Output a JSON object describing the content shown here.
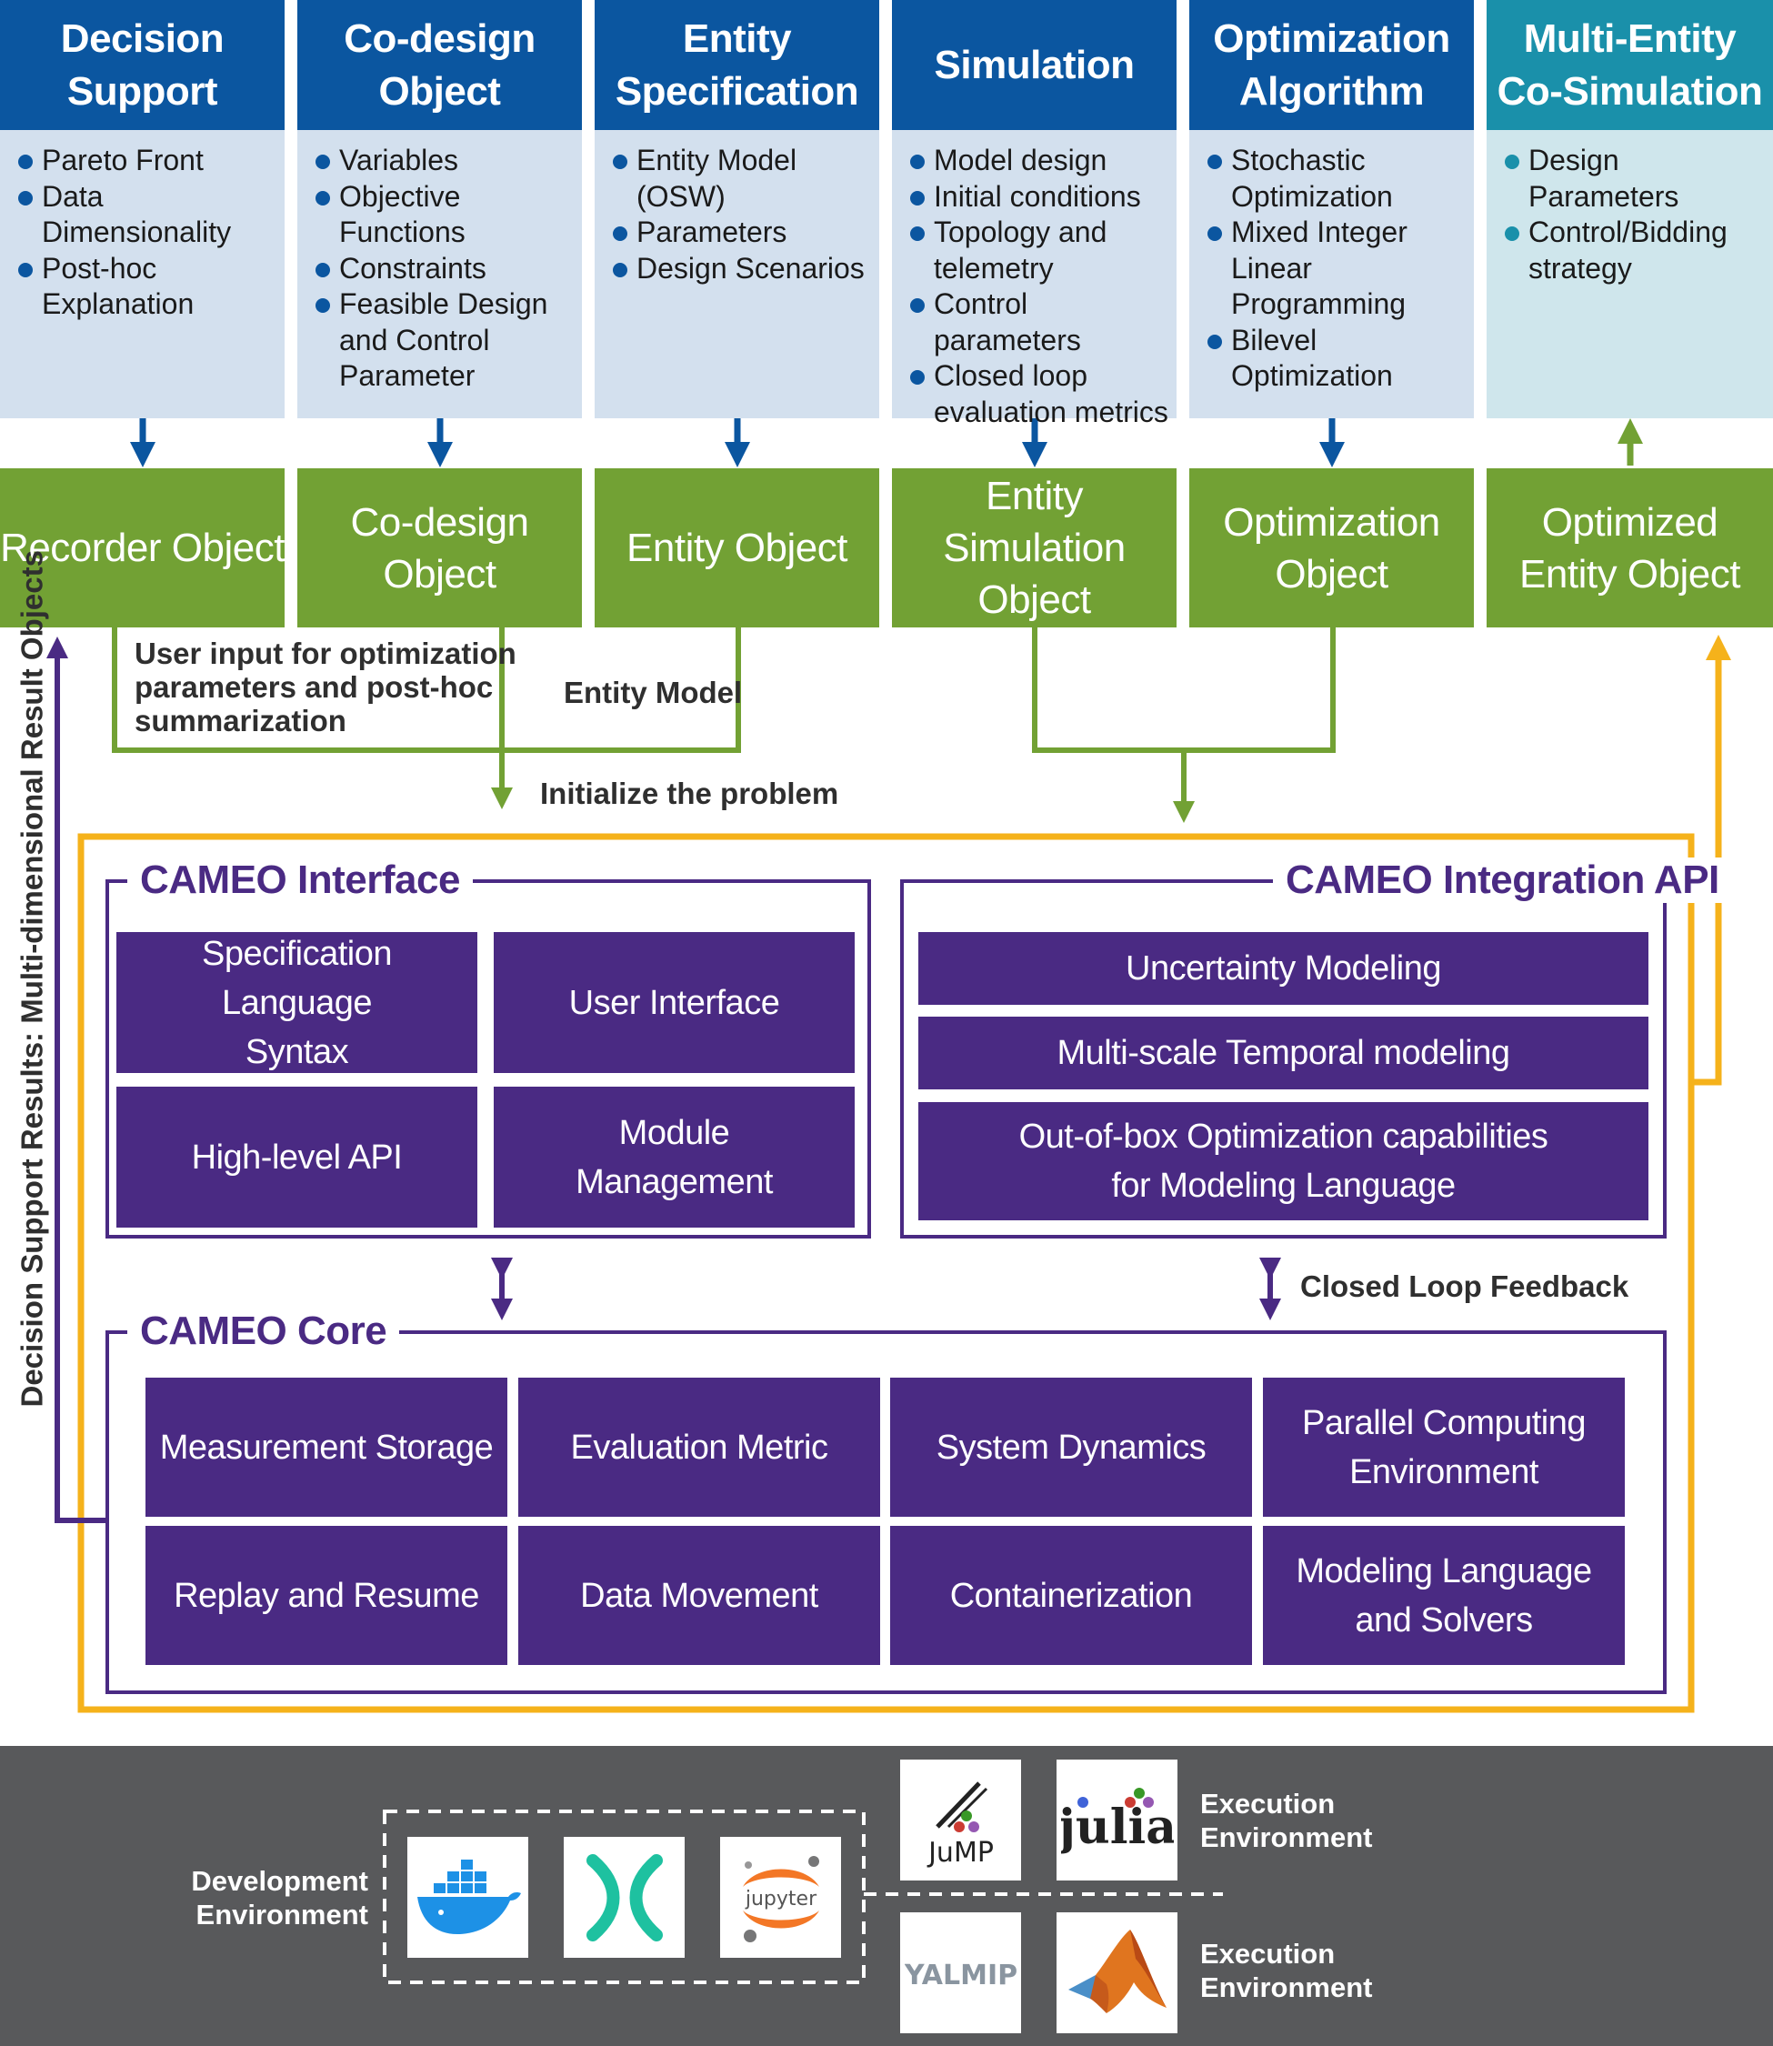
{
  "columns": [
    {
      "title": "Decision\nSupport",
      "items": [
        "Pareto Front",
        "Data Dimensionality",
        "Post-hoc Explanation"
      ]
    },
    {
      "title": "Co-design\nObject",
      "items": [
        "Variables",
        "Objective Functions",
        "Constraints",
        "Feasible Design and Control Parameter"
      ]
    },
    {
      "title": "Entity\nSpecification",
      "items": [
        "Entity Model (OSW)",
        "Parameters",
        "Design Scenarios"
      ]
    },
    {
      "title": "Simulation",
      "items": [
        "Model design",
        "Initial conditions",
        "Topology and telemetry",
        "Control parameters",
        "Closed loop evaluation metrics"
      ]
    },
    {
      "title": "Optimization\nAlgorithm",
      "items": [
        "Stochastic Optimization",
        "Mixed Integer Linear Programming",
        "Bilevel Optimization"
      ]
    },
    {
      "title": "Multi-Entity\nCo-Simulation",
      "items": [
        "Design Parameters",
        "Control/Bidding strategy"
      ]
    }
  ],
  "objects": [
    "Recorder Object",
    "Co-design Object",
    "Entity Object",
    "Entity\nSimulation Object",
    "Optimization\nObject",
    "Optimized\nEntity Object"
  ],
  "labels": {
    "user_input": "User input for optimization\nparameters and post-hoc\nsummarization",
    "entity_model": "Entity Model",
    "initialize": "Initialize the problem",
    "closed_loop": "Closed Loop Feedback",
    "decision_results": "Decision Support Results: Multi-dimensional Result Objects"
  },
  "interface": {
    "title": "CAMEO Interface",
    "boxes": [
      "Specification Language\nSyntax",
      "User Interface",
      "High-level API",
      "Module\nManagement"
    ]
  },
  "integration": {
    "title": "CAMEO Integration API",
    "boxes": [
      "Uncertainty Modeling",
      "Multi-scale Temporal modeling",
      "Out-of-box Optimization capabilities\nfor Modeling Language"
    ]
  },
  "core": {
    "title": "CAMEO Core",
    "boxes": [
      "Measurement Storage",
      "Evaluation Metric",
      "System Dynamics",
      "Parallel Computing\nEnvironment",
      "Replay and Resume",
      "Data Movement",
      "Containerization",
      "Modeling Language\nand Solvers"
    ]
  },
  "footer": {
    "dev_env": "Development\nEnvironment",
    "exec_env_1": "Execution\nEnvironment",
    "exec_env_2": "Execution\nEnvironment",
    "logos": {
      "jump": "JuMP",
      "julia": "julia",
      "jupyter": "jupyter",
      "yalmip": "YALMIP"
    },
    "icons": [
      "docker-icon",
      "x-editor-icon",
      "jupyter-icon",
      "jump-icon",
      "julia-icon",
      "yalmip-icon",
      "matlab-icon"
    ]
  },
  "colors": {
    "header_blue": "#0b56a0",
    "header_teal": "#1a90aa",
    "object_green": "#72a134",
    "core_purple": "#4a2a83",
    "flow_yellow": "#f5b21b",
    "footer_gray": "#58595b"
  }
}
